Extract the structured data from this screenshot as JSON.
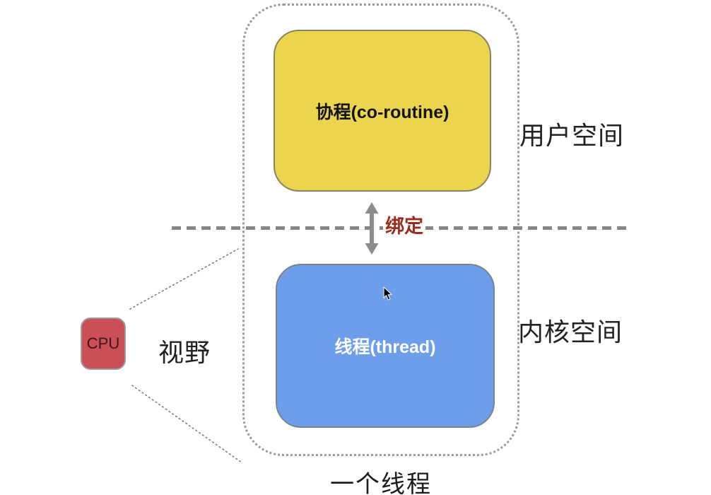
{
  "diagram": {
    "title": "一个线程",
    "user_space_label": "用户空间",
    "kernel_space_label": "内核空间",
    "binding_label": "绑定",
    "view_label": "视野",
    "cpu": {
      "label": "CPU",
      "fill": "#CA4F56"
    },
    "coroutine_box": {
      "label": "协程(co-routine)",
      "fill": "#EBD54F",
      "text_color": "#141414"
    },
    "thread_box": {
      "label": "线程(thread)",
      "fill": "#6D9EEB",
      "text_color": "#ffffff"
    },
    "colors": {
      "binding_text": "#9E2B1F",
      "boundary_line": "#868686",
      "arrow": "#8C8C8C",
      "container_border": "#9A9A9A",
      "cone_line": "#7a7a7a"
    }
  }
}
